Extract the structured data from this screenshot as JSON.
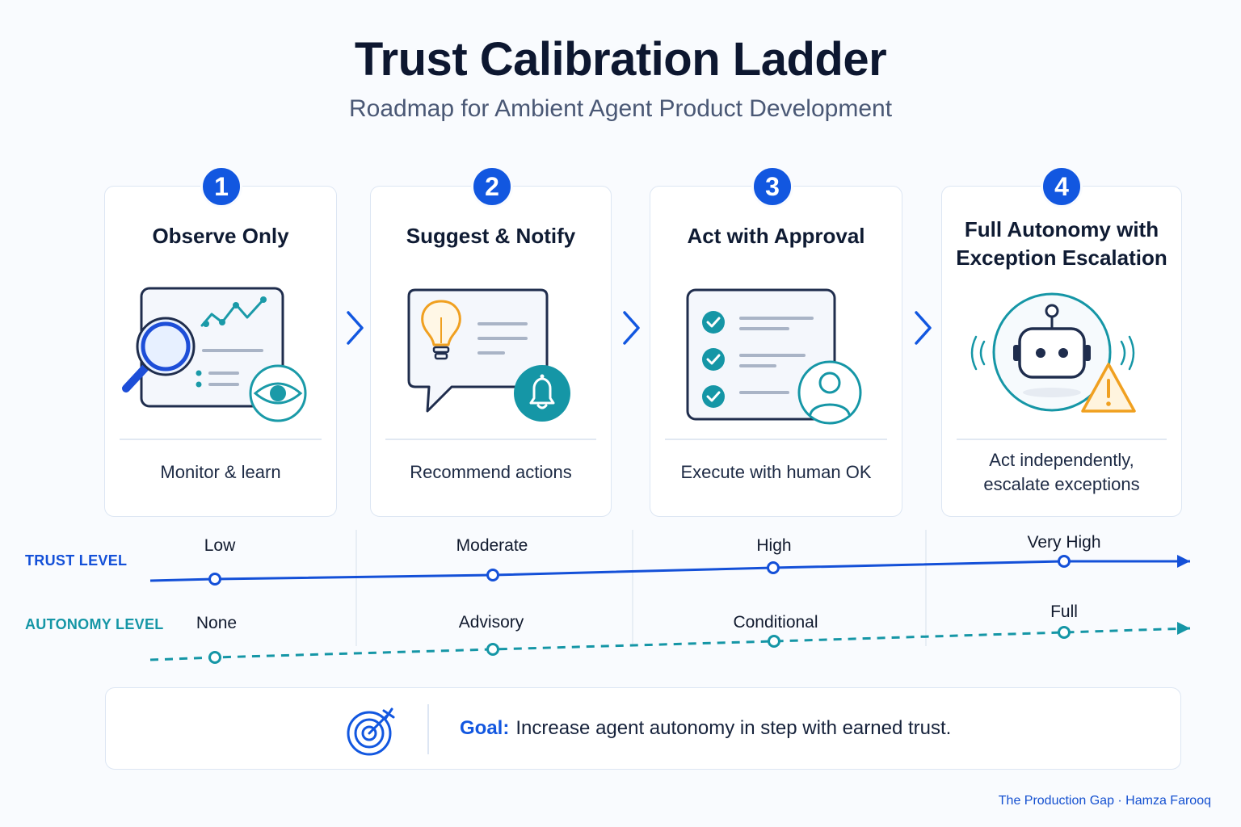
{
  "header": {
    "title": "Trust Calibration Ladder",
    "subtitle": "Roadmap for Ambient Agent Product Development"
  },
  "steps": [
    {
      "number": "1",
      "title": "Observe Only",
      "description": "Monitor & learn",
      "icon": "magnifier-chart-eye-icon"
    },
    {
      "number": "2",
      "title": "Suggest & Notify",
      "description": "Recommend actions",
      "icon": "lightbulb-bell-icon"
    },
    {
      "number": "3",
      "title": "Act with Approval",
      "description": "Execute with human OK",
      "icon": "checklist-user-icon"
    },
    {
      "number": "4",
      "title_line1": "Full Autonomy with",
      "title_line2": "Exception Escalation",
      "description_line1": "Act independently,",
      "description_line2": "escalate exceptions",
      "icon": "robot-warning-icon"
    }
  ],
  "trust": {
    "label": "TRUST LEVEL",
    "values": [
      "Low",
      "Moderate",
      "High",
      "Very High"
    ],
    "color": "#1450d8"
  },
  "autonomy": {
    "label": "AUTONOMY LEVEL",
    "values": [
      "None",
      "Advisory",
      "Conditional",
      "Full"
    ],
    "color": "#1596a6"
  },
  "goal": {
    "key": "Goal:",
    "text": "Increase agent autonomy in step with earned trust.",
    "icon": "target-icon"
  },
  "footer": {
    "credit": "The Production Gap · Hamza Farooq"
  },
  "colors": {
    "accent": "#1257e0",
    "teal": "#1596a6",
    "warning": "#f0a020"
  }
}
